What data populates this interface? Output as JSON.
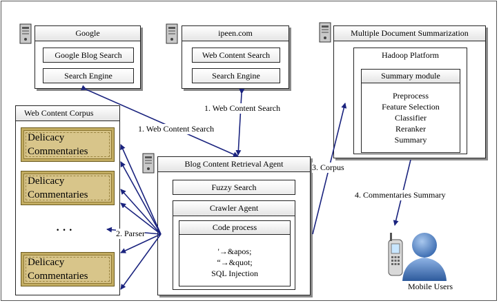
{
  "google": {
    "title": "Google",
    "item1": "Google Blog Search",
    "item2": "Search Engine"
  },
  "ipeen": {
    "title": "ipeen.com",
    "item1": "Web Content Search",
    "item2": "Search Engine"
  },
  "mds": {
    "title": "Multiple Document Summarization",
    "platform": "Hadoop Platform",
    "module": "Summary module",
    "steps": [
      "Preprocess",
      "Feature Selection",
      "Classifier",
      "Reranker",
      "Summary"
    ]
  },
  "corpus": {
    "title": "Web Content Corpus",
    "item_line1": "Delicacy",
    "item_line2": "Commentaries",
    "ellipsis": "· · ·"
  },
  "agent": {
    "title": "Blog Content Retrieval Agent",
    "fuzzy": "Fuzzy Search",
    "crawler": "Crawler Agent",
    "code": "Code process",
    "code_lines": [
      "'→&apos;",
      "“→&quot;",
      "SQL Injection"
    ]
  },
  "edges": {
    "e1a": "1. Web Content Search",
    "e1b": "1. Web Content Search",
    "e2": "2. Parser",
    "e3": "3. Corpus",
    "e4": "4. Commentaries Summary"
  },
  "users": {
    "label": "Mobile Users"
  },
  "colors": {
    "arrow": "#1a237e",
    "delicacy": "#d8c58a"
  }
}
